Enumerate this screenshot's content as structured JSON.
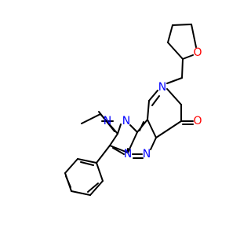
{
  "molecule": {
    "atoms": [
      {
        "id": "n_ring1",
        "symbol": "N",
        "color": "#0000ff"
      },
      {
        "id": "n_ring2",
        "symbol": "N",
        "color": "#0000ff"
      },
      {
        "id": "n_ring3",
        "symbol": "N",
        "color": "#0000ff"
      },
      {
        "id": "n_ring4",
        "symbol": "N",
        "color": "#0000ff"
      },
      {
        "id": "n_ring5",
        "symbol": "N",
        "color": "#0000ff"
      },
      {
        "id": "o_carbonyl",
        "symbol": "O",
        "color": "#ff0000"
      },
      {
        "id": "o_thf",
        "symbol": "O",
        "color": "#ff0000"
      }
    ]
  }
}
